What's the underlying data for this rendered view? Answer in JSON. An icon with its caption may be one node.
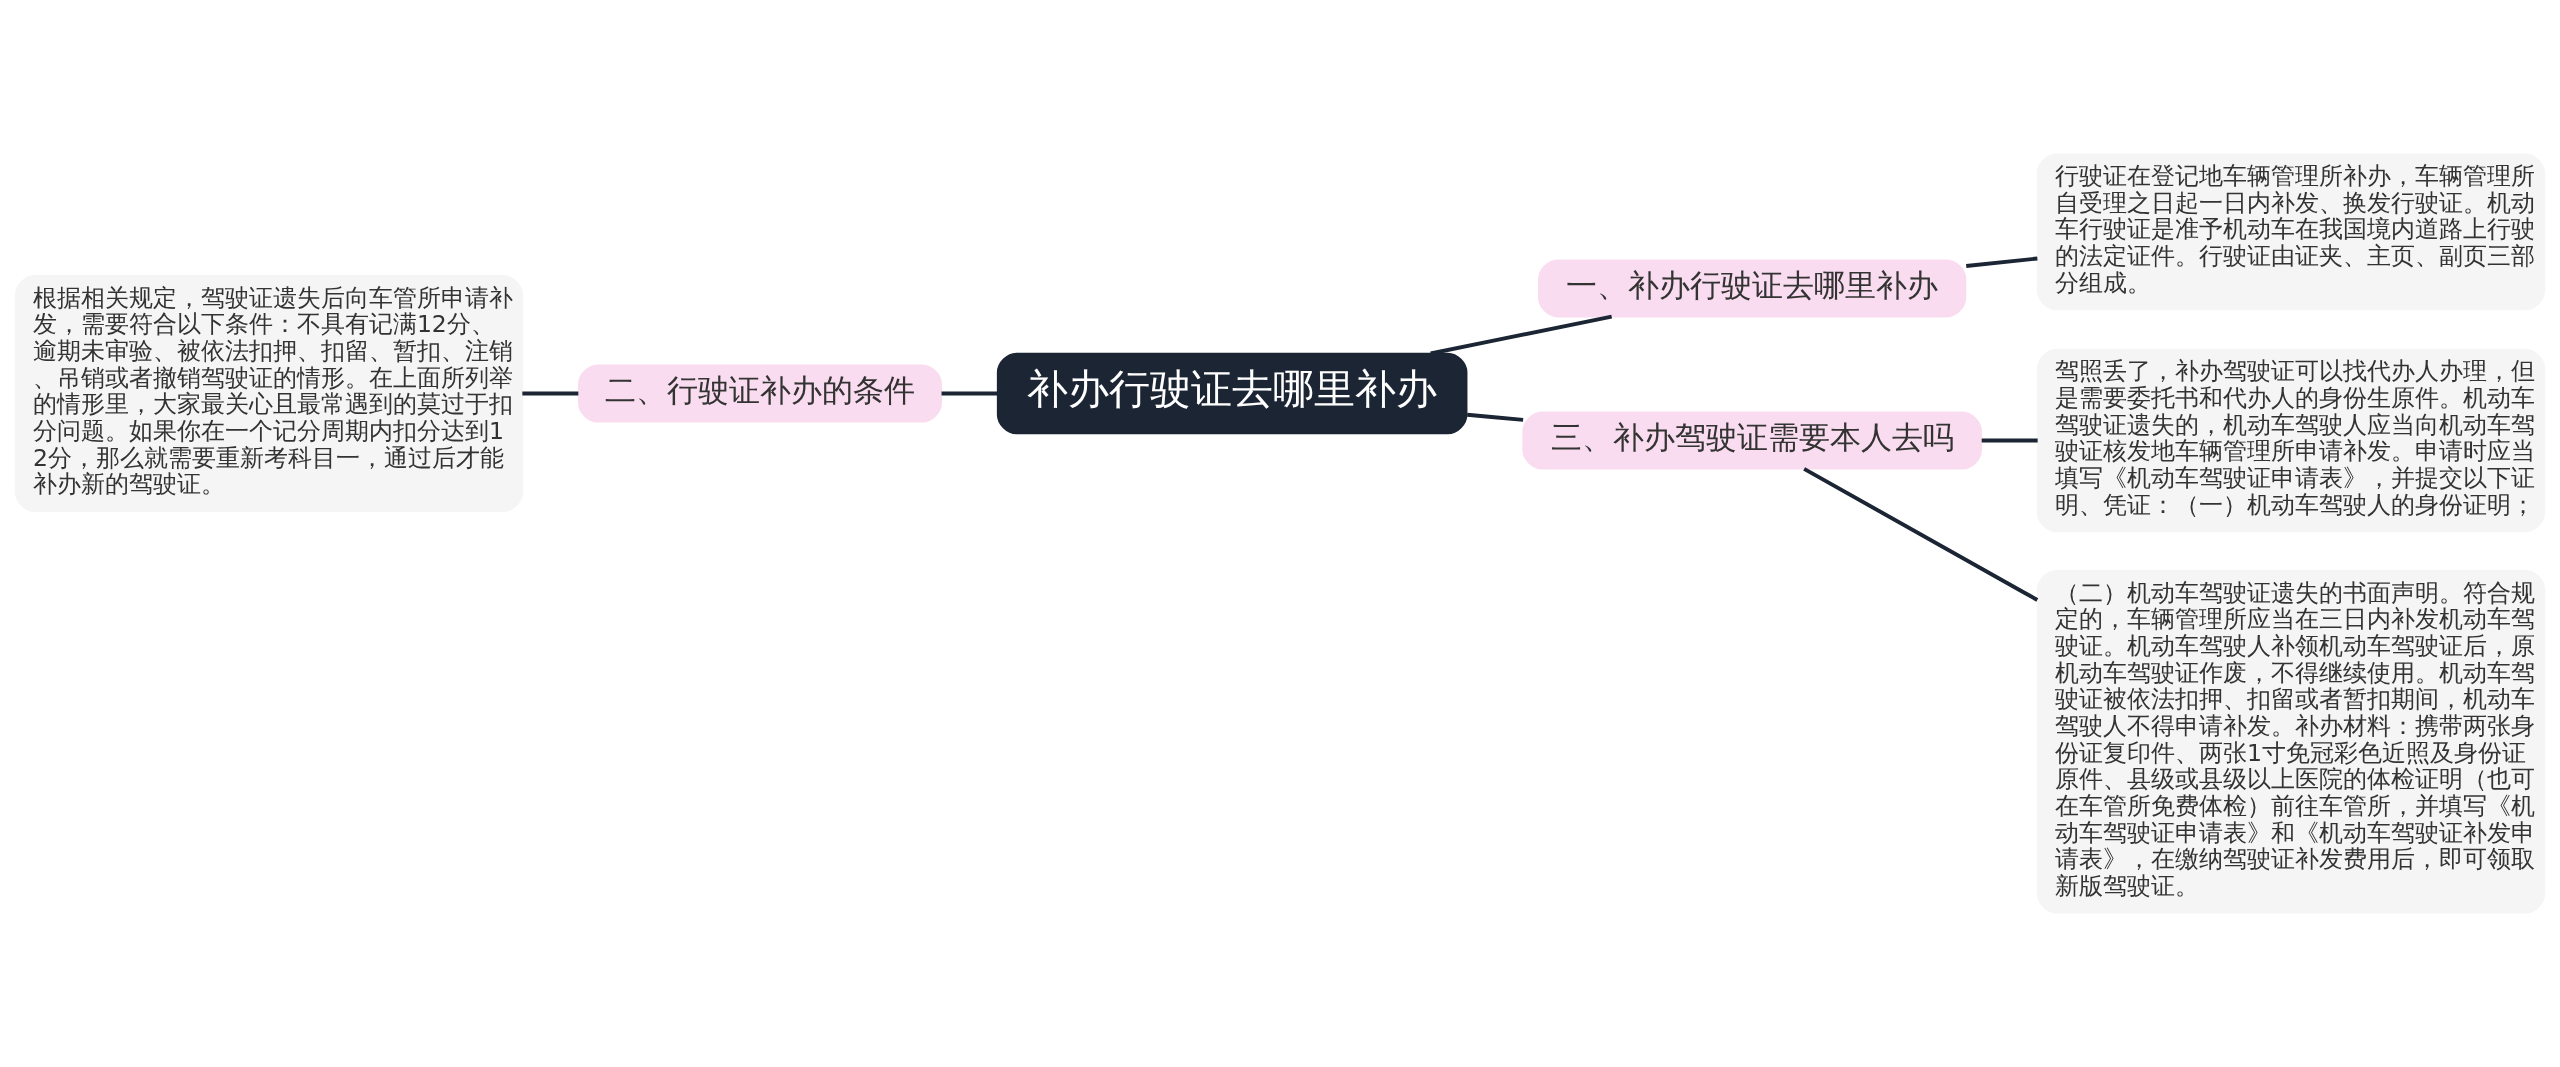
{
  "diagram": {
    "nodes": [
      {
        "text": [
          "补办行驶证去哪里补办"
        ]
      },
      {
        "text": [
          "一、补办行驶证去哪里补办"
        ]
      },
      {
        "text": [
          "行驶证在登记地车辆管理所补办，车辆管理所自受理之日起一日内补发、换发行驶证。机动车行驶证是准予机动车在我国境内道路上行驶的法定证件。行驶证由证夹、主页、副页三部分组成。"
        ]
      },
      {
        "text": [
          "二、行驶证补办的条件"
        ]
      },
      {
        "text": [
          "根据相关规定，驾驶证遗失后向车管所申请补发，需要符合以下条件：不具有记满12分、逾期未审验、被依法扣押、扣留、暂扣、注销、吊销或者撤销驾驶证的情形。在上面所列举的情形里，大家最关心且最常遇到的莫过于扣分问题。如果你在一个记分周期内扣分达到12分，那么就需要重新考科目一，通过后才能补办新的驾驶证。"
        ]
      },
      {
        "text": [
          "三、补办驾驶证需要本人去吗"
        ]
      },
      {
        "text": [
          "驾照丢了，补办驾驶证可以找代办人办理，但是需要委托书和代办人的身份生原件。机动车驾驶证遗失的，机动车驾驶人应当向机动车驾驶证核发地车辆管理所申请补发。申请时应当填写《机动车驾驶证申请表》，并提交以下证明、凭证：（一）机动车驾驶人的身份证明；"
        ]
      },
      {
        "text": [
          "（二）机动车驾驶证遗失的书面声明。符合规定的，车辆管理所应当在三日内补发机动车驾驶证。机动车驾驶人补领机动车驾驶证后，原机动车驾驶证作废，不得继续使用。机动车驾驶证被依法扣押、扣留或者暂扣期间，机动车驾驶人不得申请补发。补办材料：携带两张身份证复印件、两张1寸免冠彩色近照及身份证原件、县级或县级以上医院的体检证明（也可在车管所免费体检）前往车管所，并填写《机动车驾驶证申请表》和《机动车驾驶证补发申请表》，在缴纳驾驶证补发费用后，即可领取新版驾驶证。"
        ]
      }
    ],
    "edges": [
      {
        "from": 0,
        "to": 1,
        "arrow": "none"
      },
      {
        "from": 1,
        "to": 2,
        "arrow": "none"
      },
      {
        "from": 0,
        "to": 3,
        "arrow": "none"
      },
      {
        "from": 3,
        "to": 4,
        "arrow": "none"
      },
      {
        "from": 0,
        "to": 5,
        "arrow": "none"
      },
      {
        "from": 5,
        "to": 6,
        "arrow": "none"
      },
      {
        "from": 5,
        "to": 7,
        "arrow": "none"
      }
    ]
  }
}
